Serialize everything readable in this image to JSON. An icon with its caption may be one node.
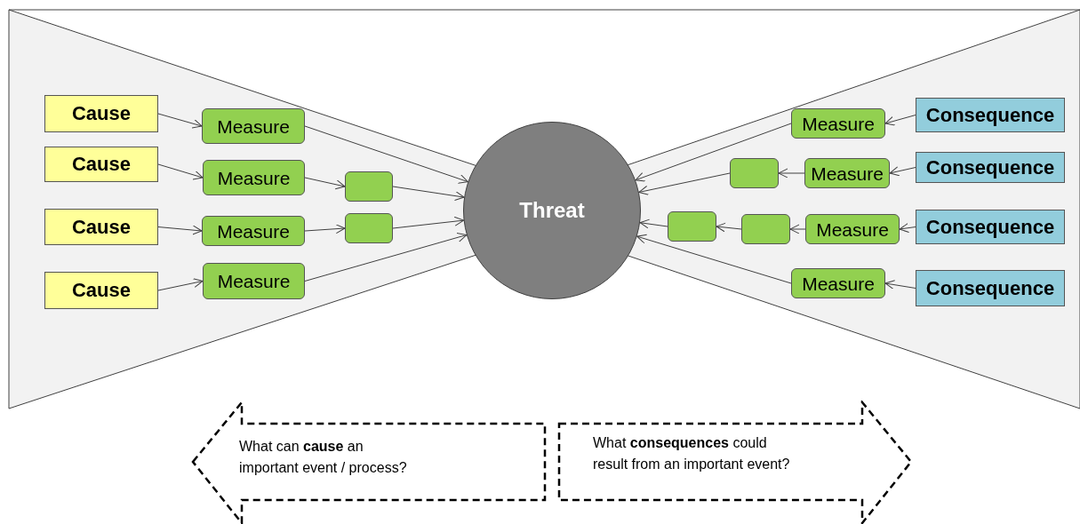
{
  "diagram": {
    "nodes": [
      {
        "text": [
          "Cause"
        ]
      },
      {
        "text": [
          "Cause"
        ]
      },
      {
        "text": [
          "Cause"
        ]
      },
      {
        "text": [
          "Cause"
        ]
      },
      {
        "text": [
          "Measure"
        ]
      },
      {
        "text": [
          "Measure"
        ]
      },
      {
        "text": [
          "Measure"
        ]
      },
      {
        "text": [
          "Measure"
        ]
      },
      {
        "text": [],
        "shape": "box"
      },
      {
        "text": [],
        "shape": "box"
      },
      {
        "text": [
          "Threat"
        ]
      },
      {
        "text": [
          "Measure"
        ]
      },
      {
        "text": [
          "Measure"
        ]
      },
      {
        "text": [
          "Measure"
        ]
      },
      {
        "text": [
          "Measure"
        ]
      },
      {
        "text": [],
        "shape": "box"
      },
      {
        "text": [],
        "shape": "box"
      },
      {
        "text": [],
        "shape": "box"
      },
      {
        "text": [
          "Consequence"
        ]
      },
      {
        "text": [
          "Consequence"
        ]
      },
      {
        "text": [
          "Consequence"
        ]
      },
      {
        "text": [
          "Consequence"
        ]
      },
      {
        "text": [
          "What can **cause** an important event / process?"
        ]
      },
      {
        "text": [
          "What **consequences** could result from an important event?"
        ]
      }
    ],
    "edges": [
      {
        "from": 0,
        "to": 4,
        "arrow": "to"
      },
      {
        "from": 1,
        "to": 5,
        "arrow": "to"
      },
      {
        "from": 2,
        "to": 6,
        "arrow": "to"
      },
      {
        "from": 3,
        "to": 7,
        "arrow": "to"
      },
      {
        "from": 4,
        "to": 10,
        "arrow": "to"
      },
      {
        "from": 5,
        "to": 8,
        "arrow": "to"
      },
      {
        "from": 8,
        "to": 10,
        "arrow": "to"
      },
      {
        "from": 6,
        "to": 9,
        "arrow": "to"
      },
      {
        "from": 9,
        "to": 10,
        "arrow": "to"
      },
      {
        "from": 7,
        "to": 10,
        "arrow": "to"
      },
      {
        "from": 18,
        "to": 11,
        "arrow": "to"
      },
      {
        "from": 11,
        "to": 10,
        "arrow": "to"
      },
      {
        "from": 19,
        "to": 12,
        "arrow": "to"
      },
      {
        "from": 12,
        "to": 15,
        "arrow": "to"
      },
      {
        "from": 15,
        "to": 10,
        "arrow": "to"
      },
      {
        "from": 20,
        "to": 13,
        "arrow": "to"
      },
      {
        "from": 13,
        "to": 16,
        "arrow": "to"
      },
      {
        "from": 16,
        "to": 17,
        "arrow": "to"
      },
      {
        "from": 17,
        "to": 10,
        "arrow": "to"
      },
      {
        "from": 21,
        "to": 14,
        "arrow": "to"
      },
      {
        "from": 14,
        "to": 10,
        "arrow": "to"
      }
    ]
  }
}
